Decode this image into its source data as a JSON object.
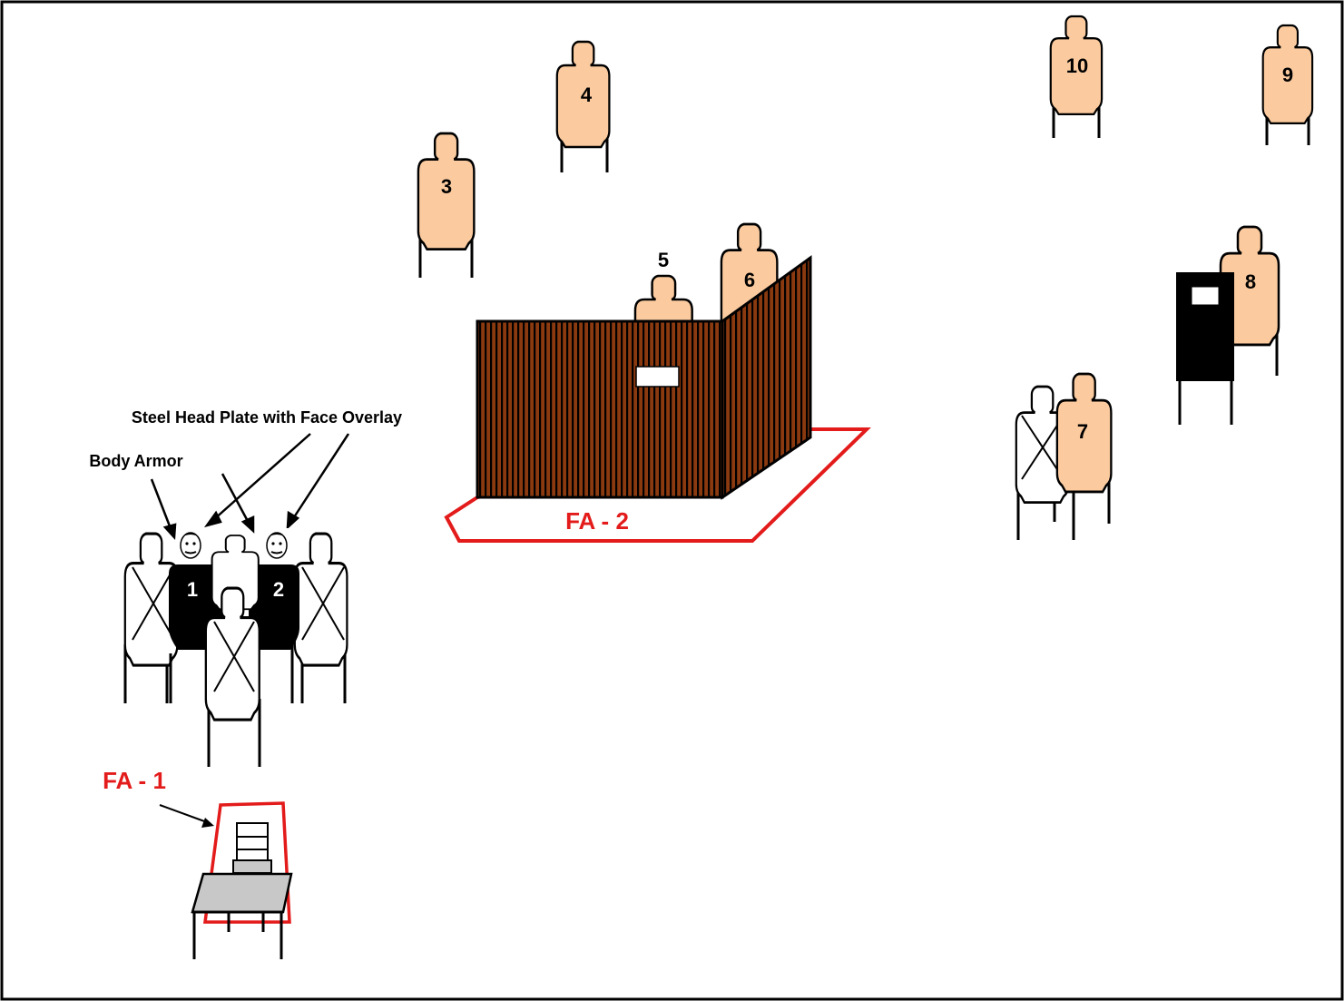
{
  "colors": {
    "target_fill": "#FBCB9F",
    "no_shoot_fill": "#ffffff",
    "barricade": "#8B3A10",
    "fault_line": "#E31B1B",
    "armor": "#000000",
    "table_top": "#C8C8C8"
  },
  "targets": {
    "t1": "1",
    "t2": "2",
    "t3": "3",
    "t4": "4",
    "t5": "5",
    "t6": "6",
    "t7": "7",
    "t8": "8",
    "t9": "9",
    "t10": "10"
  },
  "fault_areas": {
    "fa1": "FA - 1",
    "fa2": "FA - 2"
  },
  "annotations": {
    "head_plate": "Steel Head Plate with Face Overlay",
    "body_armor": "Body Armor"
  },
  "icons": [
    "shoot-target-icon",
    "no-shoot-target-icon",
    "barricade-wall",
    "door-icon",
    "chair-icon",
    "table-icon",
    "face-overlay-icon"
  ]
}
